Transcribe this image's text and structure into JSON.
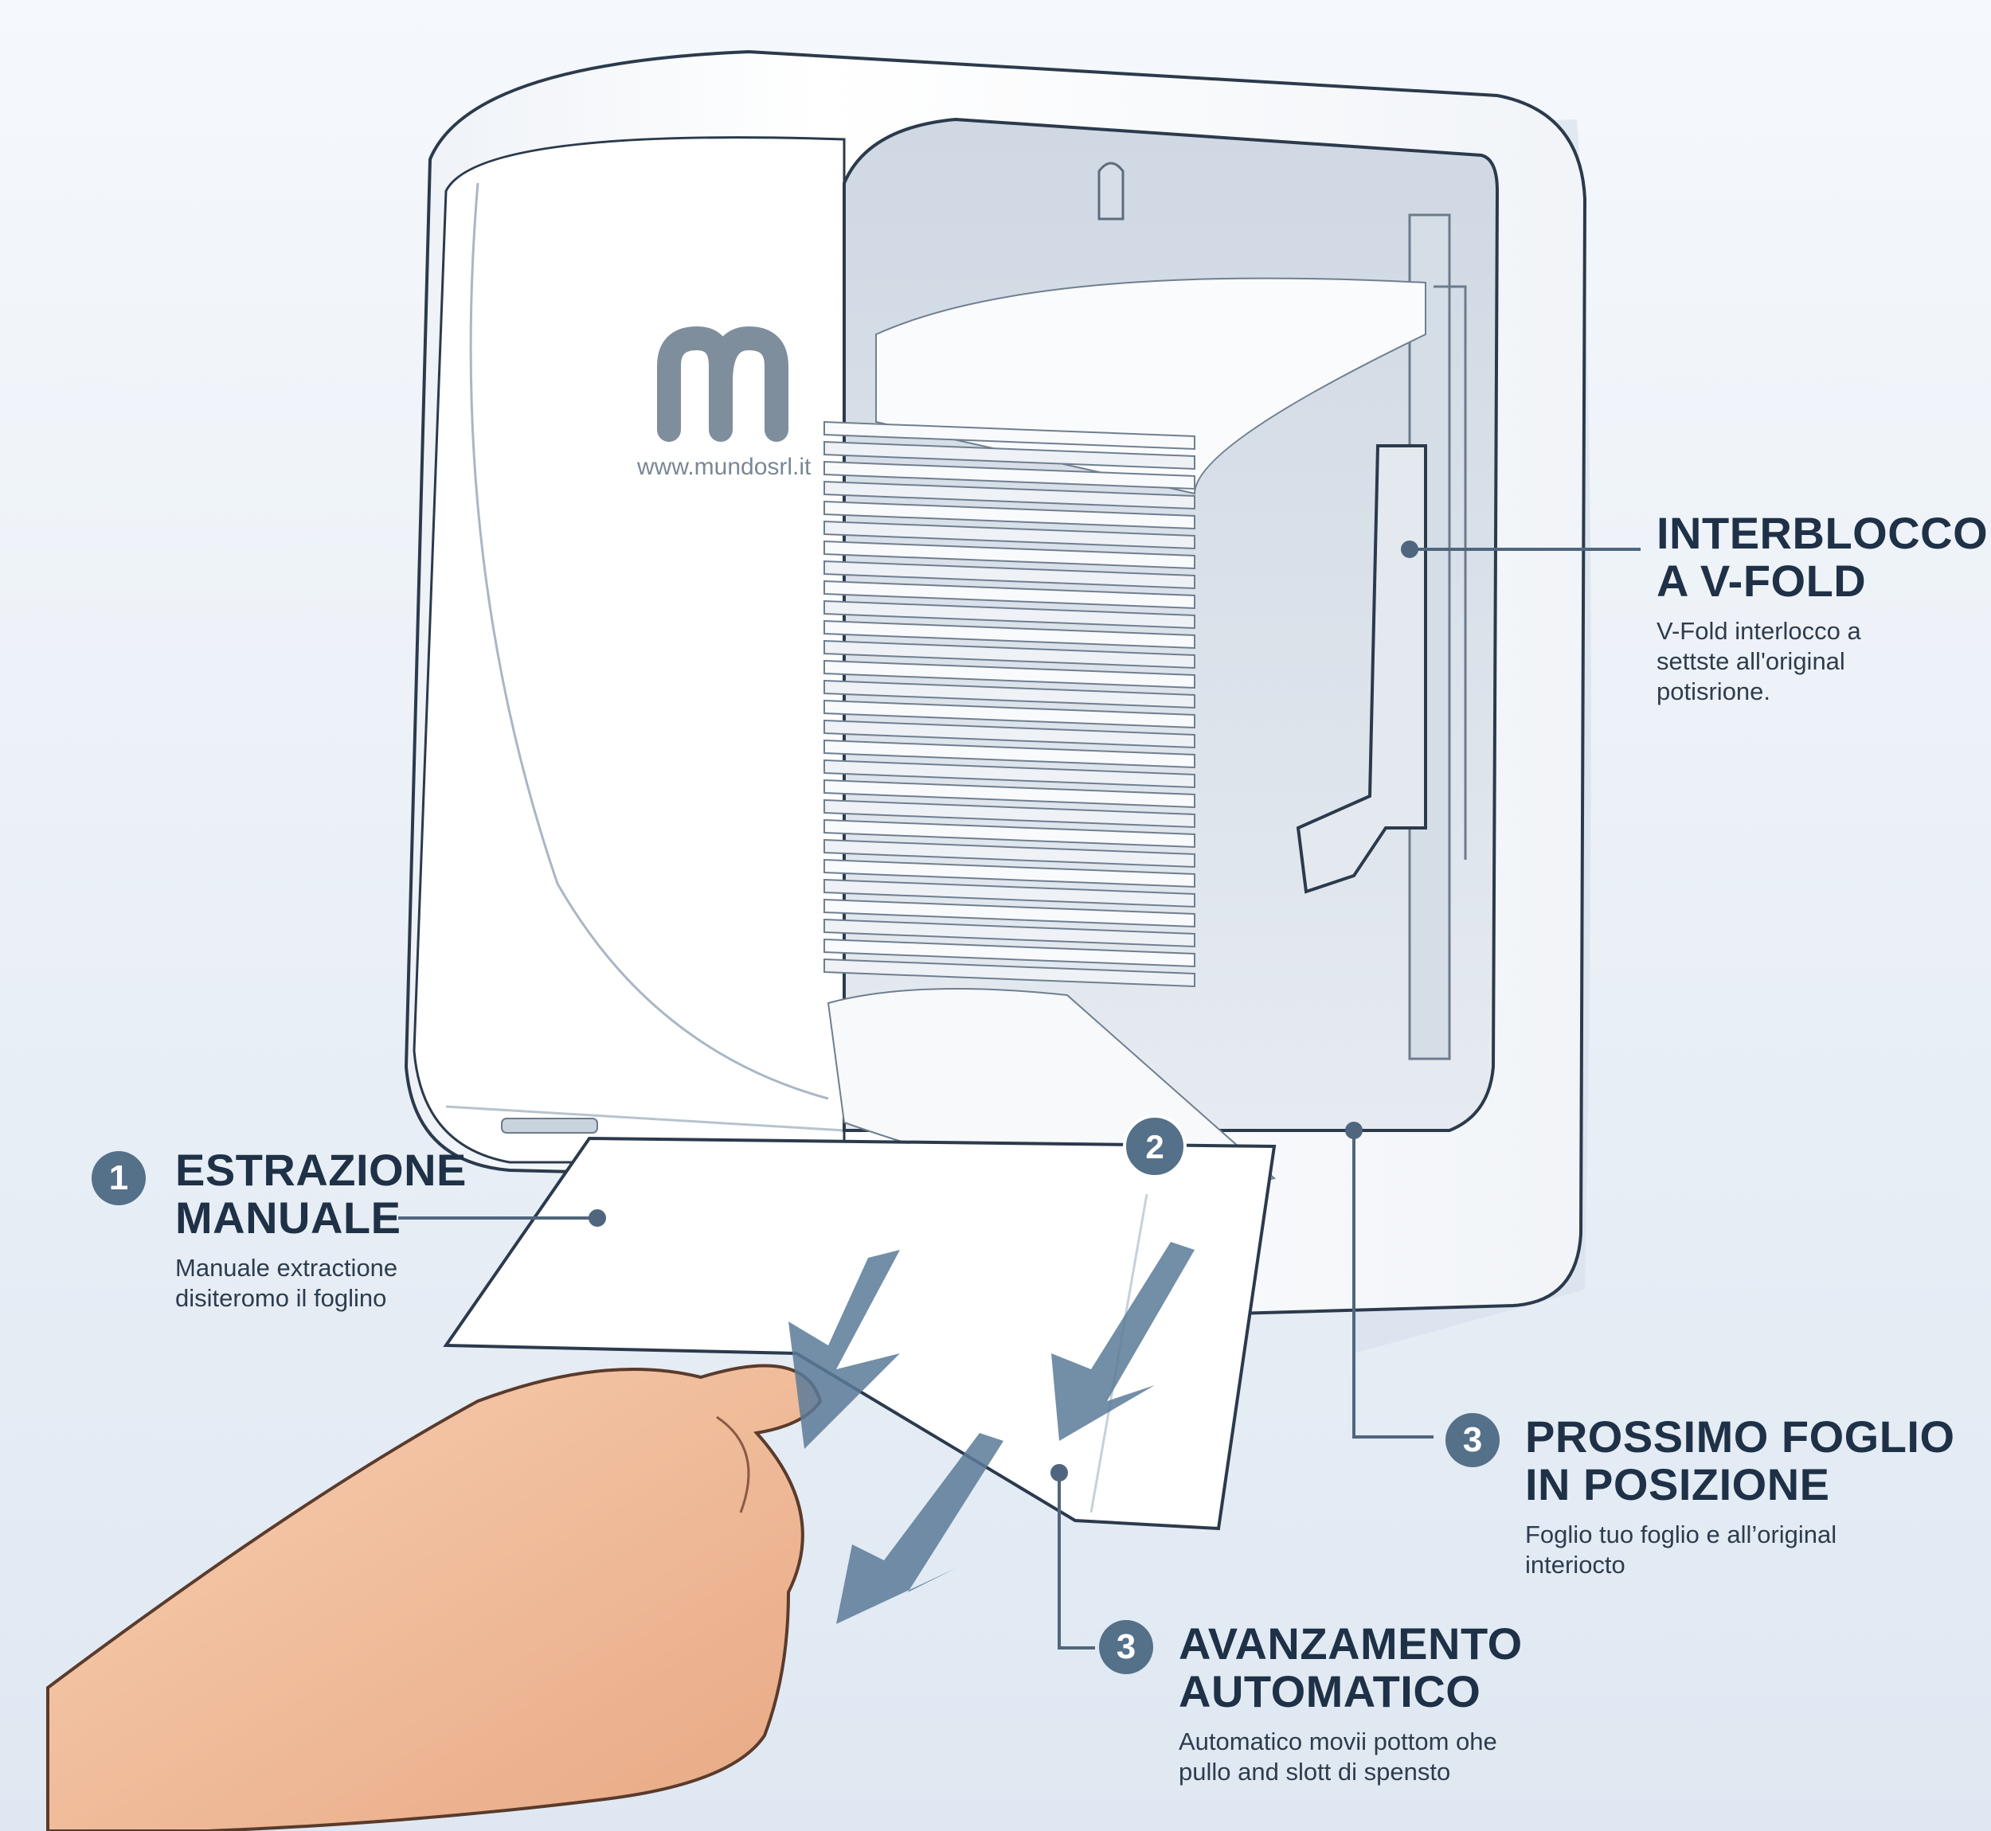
{
  "logo": {
    "url_text": "www.mundosrl.it"
  },
  "callouts": [
    {
      "id": "interlock",
      "badge": "",
      "title_line1": "INTERBLOCCO",
      "title_line2": "A V-FOLD",
      "desc_line1": "V-Fold interlocco a",
      "desc_line2": "settste all'original",
      "desc_line3": "potisrione."
    },
    {
      "id": "manual",
      "badge": "1",
      "title_line1": "ESTRAZIONE",
      "title_line2": "MANUALE",
      "desc_line1": "Manuale extractione",
      "desc_line2": "disiteromo il foglino"
    },
    {
      "id": "next-sheet",
      "badge": "3",
      "title_line1": "PROSSIMO FOGLIO",
      "title_line2": "IN POSIZIONE",
      "desc_line1": "Foglio tuo foglio e all’original",
      "desc_line2": "interiocto"
    },
    {
      "id": "auto-advance",
      "badge": "3",
      "title_line1": "AVANZAMENTO",
      "title_line2": "AUTOMATICO",
      "desc_line1": "Automatico movii pottom ohe",
      "desc_line2": "pullo and slott di spensto"
    }
  ],
  "inline_badges": {
    "step2": "2"
  },
  "colors": {
    "accent": "#557089",
    "arrow": "#5b7a98",
    "text": "#1f3147",
    "casing": "#ffffff"
  }
}
